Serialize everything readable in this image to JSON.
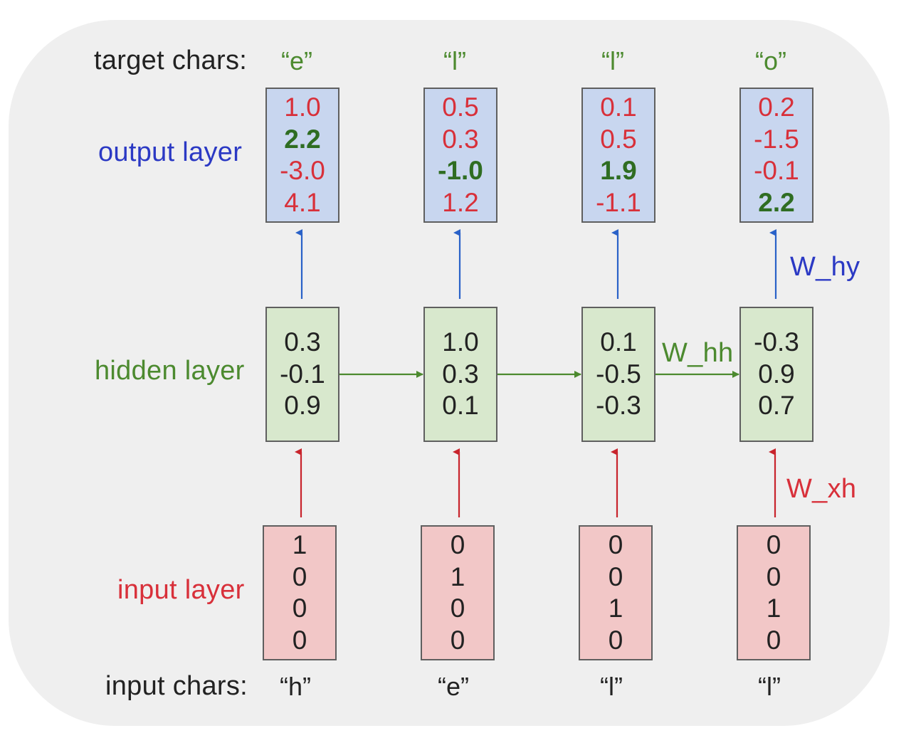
{
  "colors": {
    "blue": "#2b39c4",
    "green": "#4c8a2f",
    "red": "#d8303a",
    "dark_green": "#2f6d22",
    "black": "#222222"
  },
  "labels": {
    "target_chars": "target chars:",
    "output_layer": "output layer",
    "hidden_layer": "hidden layer",
    "input_layer": "input layer",
    "input_chars": "input chars:",
    "w_hy": "W_hy",
    "w_hh": "W_hh",
    "w_xh": "W_xh"
  },
  "columns": [
    {
      "target_char": "“e”",
      "output": [
        {
          "v": "1.0",
          "target": false
        },
        {
          "v": "2.2",
          "target": true
        },
        {
          "v": "-3.0",
          "target": false
        },
        {
          "v": "4.1",
          "target": false
        }
      ],
      "hidden": [
        "0.3",
        "-0.1",
        "0.9"
      ],
      "input": [
        "1",
        "0",
        "0",
        "0"
      ],
      "input_char": "“h”"
    },
    {
      "target_char": "“l”",
      "output": [
        {
          "v": "0.5",
          "target": false
        },
        {
          "v": "0.3",
          "target": false
        },
        {
          "v": "-1.0",
          "target": true
        },
        {
          "v": "1.2",
          "target": false
        }
      ],
      "hidden": [
        "1.0",
        "0.3",
        "0.1"
      ],
      "input": [
        "0",
        "1",
        "0",
        "0"
      ],
      "input_char": "“e”"
    },
    {
      "target_char": "“l”",
      "output": [
        {
          "v": "0.1",
          "target": false
        },
        {
          "v": "0.5",
          "target": false
        },
        {
          "v": "1.9",
          "target": true
        },
        {
          "v": "-1.1",
          "target": false
        }
      ],
      "hidden": [
        "0.1",
        "-0.5",
        "-0.3"
      ],
      "input": [
        "0",
        "0",
        "1",
        "0"
      ],
      "input_char": "“l”"
    },
    {
      "target_char": "“o”",
      "output": [
        {
          "v": "0.2",
          "target": false
        },
        {
          "v": "-1.5",
          "target": false
        },
        {
          "v": "-0.1",
          "target": false
        },
        {
          "v": "2.2",
          "target": true
        }
      ],
      "hidden": [
        "-0.3",
        "0.9",
        "0.7"
      ],
      "input": [
        "0",
        "0",
        "1",
        "0"
      ],
      "input_char": "“l”"
    }
  ]
}
